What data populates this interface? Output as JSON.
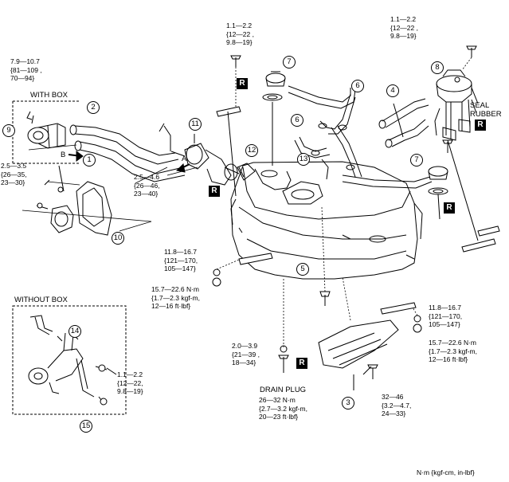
{
  "torques": {
    "t1": "1.1—2.2\n{12—22 ,\n9.8—19}",
    "t2": "1.1—2.2\n{12—22 ,\n9.8—19}",
    "t3": "7.9—10.7\n{81—109 ,\n70—94}",
    "t4": "2.5—3.5\n{26—35,\n23—30}",
    "t5": "2.5—4.6\n{26—46,\n23—40}",
    "t6": "11.8—16.7\n{121—170,\n105—147}",
    "t7": "15.7—22.6 N·m\n{1.7—2.3 kgf-m,\n12—16 ft·lbf}",
    "t8": "11.8—16.7\n{121—170,\n105—147}",
    "t9": "15.7—22.6 N·m\n{1.7—2.3 kgf-m,\n12—16 ft·lbf}",
    "t10": "2.0—3.9\n{21—39 ,\n18—34}",
    "t11": "1.1—2.2\n{12—22,\n9.8—19}",
    "t12": "26—32 N·m\n{2.7—3.2 kgf-m,\n20—23 ft·lbf}",
    "t13": "32—46\n{3.2—4.7,\n24—33}"
  },
  "captions": {
    "with_box": "WITH BOX",
    "without_box": "WITHOUT BOX",
    "seal_rubber": "SEAL\nRUBBER",
    "drain_plug": "DRAIN PLUG",
    "letter_a": "A",
    "letter_b": "B",
    "units": "N·m {kgf-cm, in-lbf}"
  },
  "r_mark": "R",
  "callouts": [
    "1",
    "2",
    "3",
    "4",
    "5",
    "6",
    "7",
    "8",
    "9",
    "10",
    "11",
    "12",
    "13",
    "14",
    "15"
  ]
}
